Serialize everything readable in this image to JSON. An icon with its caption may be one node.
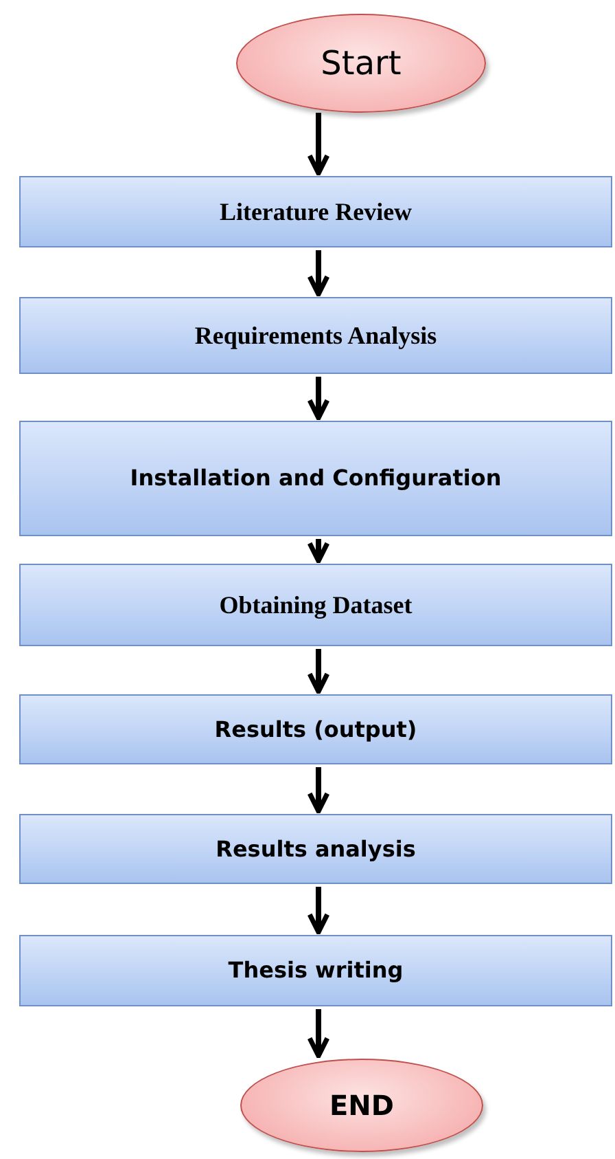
{
  "diagram": {
    "nodes": [
      {
        "text": [
          "Start"
        ]
      },
      {
        "text": [
          "Literature Review"
        ]
      },
      {
        "text": [
          "Requirements Analysis"
        ]
      },
      {
        "text": [
          "Installation and Configuration"
        ]
      },
      {
        "text": [
          "Obtaining Dataset"
        ]
      },
      {
        "text": [
          "Results (output)"
        ]
      },
      {
        "text": [
          "Results analysis"
        ]
      },
      {
        "text": [
          "Thesis writing"
        ]
      },
      {
        "text": [
          "END"
        ]
      }
    ],
    "edges": [
      {
        "from": 0,
        "to": 1,
        "arrow": "to"
      },
      {
        "from": 1,
        "to": 2,
        "arrow": "to"
      },
      {
        "from": 2,
        "to": 3,
        "arrow": "to"
      },
      {
        "from": 3,
        "to": 4,
        "arrow": "to"
      },
      {
        "from": 4,
        "to": 5,
        "arrow": "to"
      },
      {
        "from": 5,
        "to": 6,
        "arrow": "to"
      },
      {
        "from": 6,
        "to": 7,
        "arrow": "to"
      },
      {
        "from": 7,
        "to": 8,
        "arrow": "to"
      }
    ]
  }
}
